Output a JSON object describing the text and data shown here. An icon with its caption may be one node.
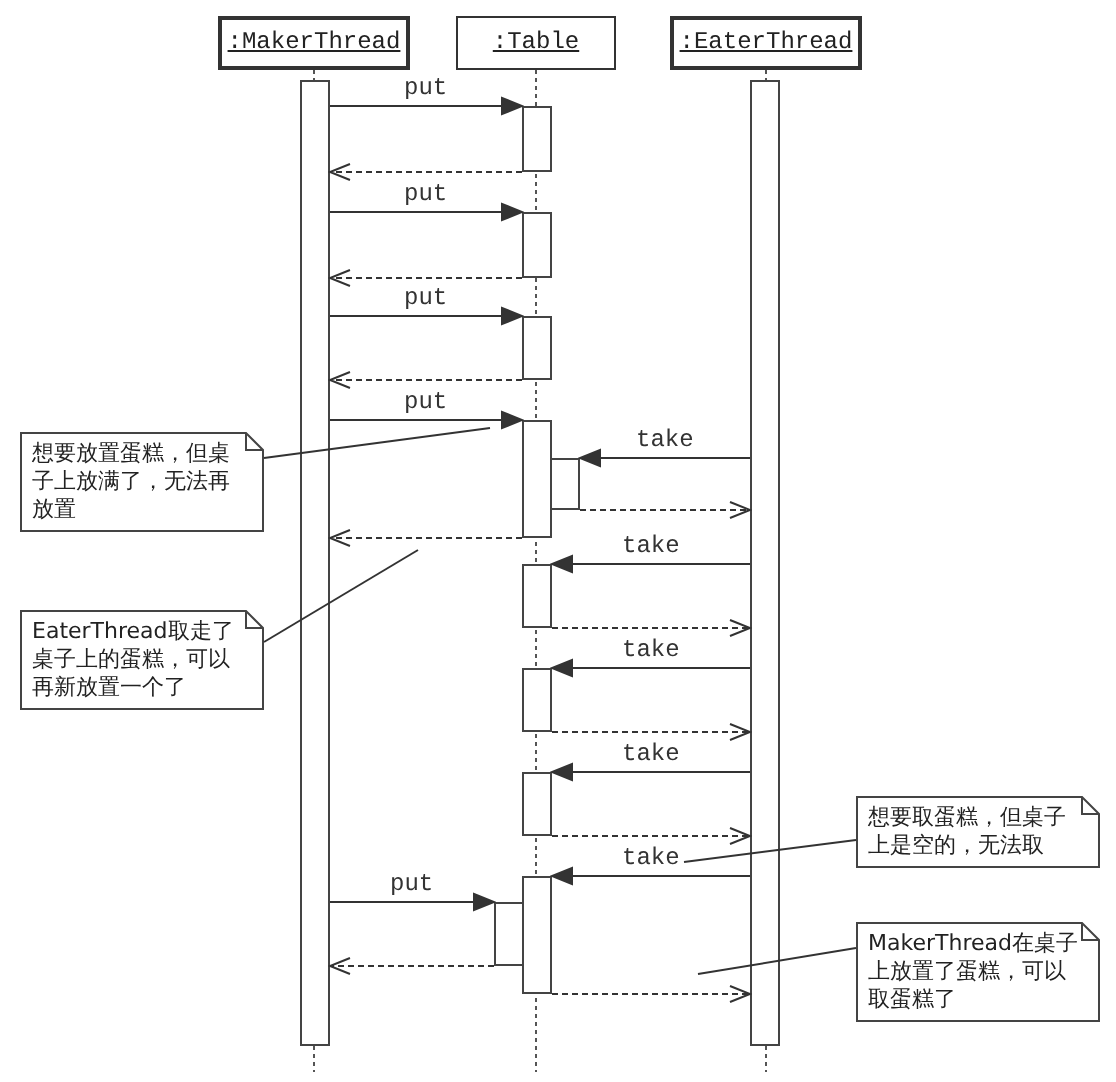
{
  "diagram": {
    "nodes": [
      {
        "text": [
          ":MakerThread"
        ]
      },
      {
        "text": [
          ":Table"
        ]
      },
      {
        "text": [
          ":EaterThread"
        ]
      },
      {
        "text": [],
        "shape": "bar"
      },
      {
        "text": [],
        "shape": "bar"
      },
      {
        "text": [],
        "shape": "bar"
      },
      {
        "text": [],
        "shape": "bar"
      },
      {
        "text": [],
        "shape": "bar"
      },
      {
        "text": [],
        "shape": "bar"
      },
      {
        "text": [],
        "shape": "bar"
      },
      {
        "text": [],
        "shape": "bar"
      },
      {
        "text": [],
        "shape": "bar"
      },
      {
        "text": [],
        "shape": "bar"
      },
      {
        "text": [],
        "shape": "bar"
      },
      {
        "text": [],
        "shape": "bar"
      },
      {
        "text": [
          "想要放置蛋糕，但桌子上放满了，无法再放置"
        ]
      },
      {
        "text": [
          "EaterThread取走了桌子上的蛋糕，可以再新放置一个了"
        ]
      },
      {
        "text": [
          "想要取蛋糕，但桌子上是空的，无法取"
        ]
      },
      {
        "text": [
          "MakerThread在桌子上放置了蛋糕，可以取蛋糕了"
        ]
      }
    ],
    "edges": [
      {
        "from": 3,
        "to": 4,
        "arrow": "to",
        "label": "put"
      },
      {
        "from": 4,
        "to": 3,
        "arrow": "to",
        "style": "dashed"
      },
      {
        "from": 3,
        "to": 5,
        "arrow": "to",
        "label": "put"
      },
      {
        "from": 5,
        "to": 3,
        "arrow": "to",
        "style": "dashed"
      },
      {
        "from": 3,
        "to": 6,
        "arrow": "to",
        "label": "put"
      },
      {
        "from": 6,
        "to": 3,
        "arrow": "to",
        "style": "dashed"
      },
      {
        "from": 3,
        "to": 7,
        "arrow": "to",
        "label": "put"
      },
      {
        "from": 14,
        "to": 8,
        "arrow": "to",
        "label": "take"
      },
      {
        "from": 8,
        "to": 14,
        "arrow": "to",
        "style": "dashed"
      },
      {
        "from": 7,
        "to": 3,
        "arrow": "to",
        "style": "dashed"
      },
      {
        "from": 14,
        "to": 9,
        "arrow": "to",
        "label": "take"
      },
      {
        "from": 9,
        "to": 14,
        "arrow": "to",
        "style": "dashed"
      },
      {
        "from": 14,
        "to": 10,
        "arrow": "to",
        "label": "take"
      },
      {
        "from": 10,
        "to": 14,
        "arrow": "to",
        "style": "dashed"
      },
      {
        "from": 14,
        "to": 11,
        "arrow": "to",
        "label": "take"
      },
      {
        "from": 11,
        "to": 14,
        "arrow": "to",
        "style": "dashed"
      },
      {
        "from": 14,
        "to": 12,
        "arrow": "to",
        "label": "take"
      },
      {
        "from": 3,
        "to": 13,
        "arrow": "to",
        "label": "put"
      },
      {
        "from": 13,
        "to": 3,
        "arrow": "to",
        "style": "dashed"
      },
      {
        "from": 12,
        "to": 14,
        "arrow": "to",
        "style": "dashed"
      },
      {
        "from": 15,
        "to": null,
        "arrow": "none"
      },
      {
        "from": 16,
        "to": null,
        "arrow": "none"
      },
      {
        "from": 17,
        "to": null,
        "arrow": "none"
      },
      {
        "from": 18,
        "to": null,
        "arrow": "none"
      }
    ]
  }
}
